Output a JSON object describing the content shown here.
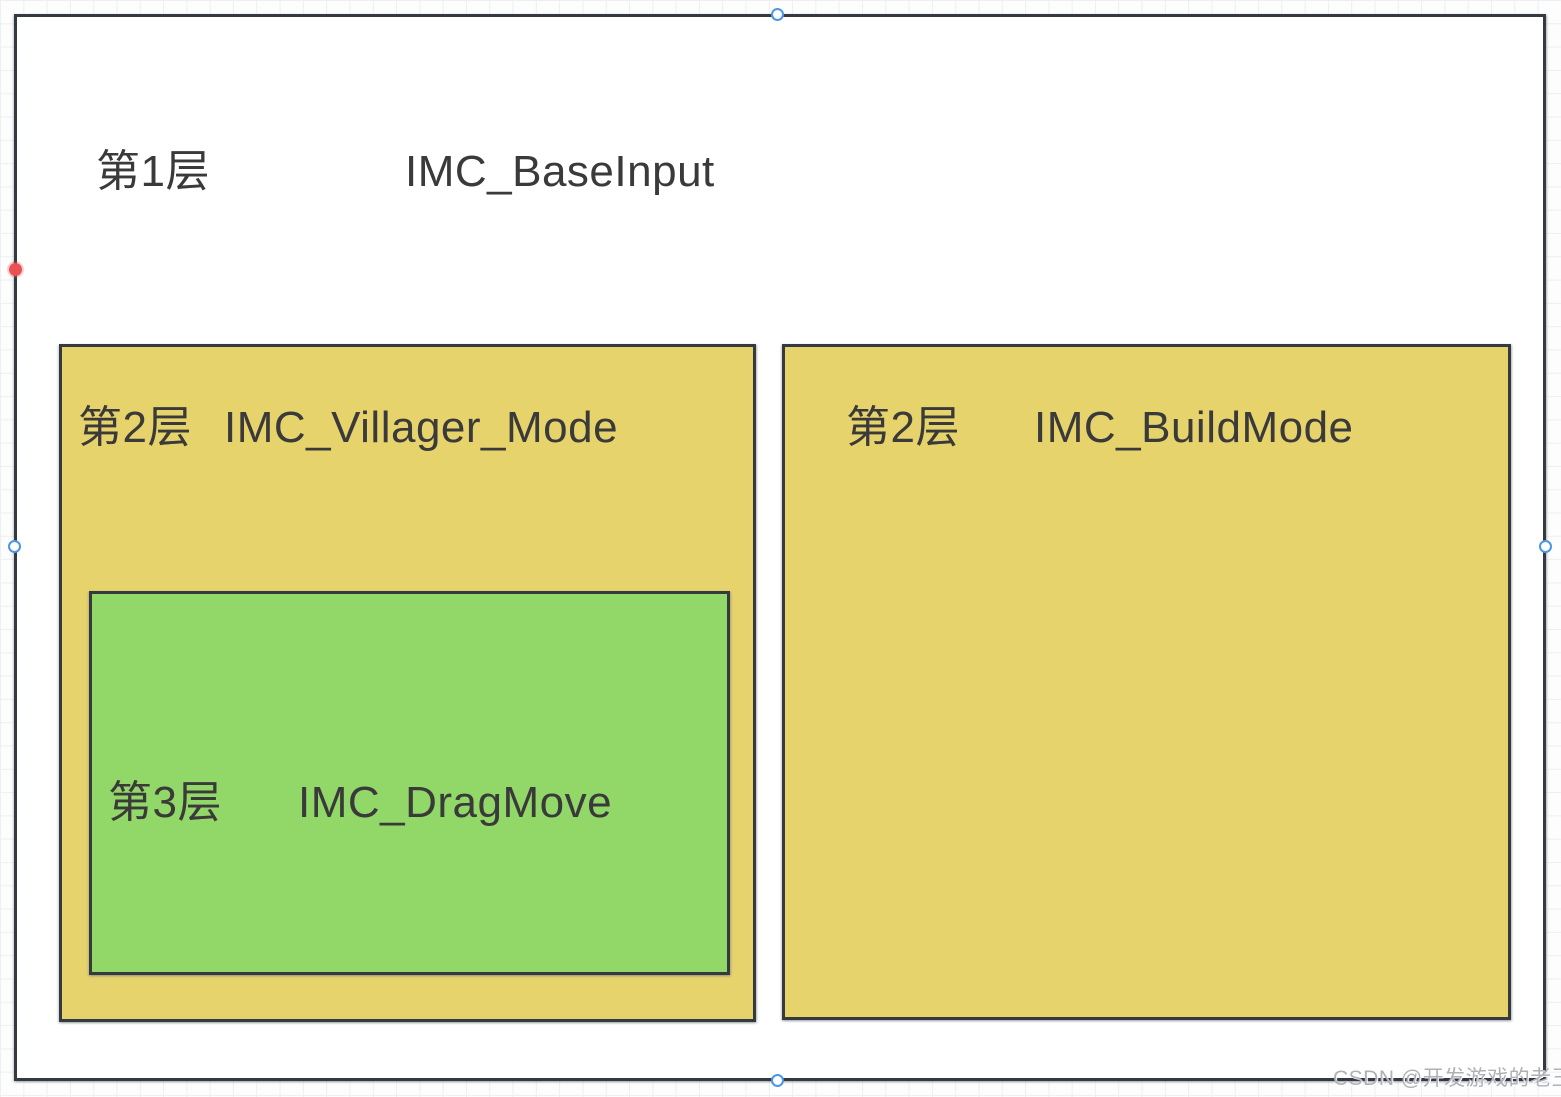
{
  "diagram": {
    "layer1": {
      "level": "第1层",
      "name": "IMC_BaseInput"
    },
    "villager": {
      "level": "第2层",
      "name": "IMC_Villager_Mode"
    },
    "build": {
      "level": "第2层",
      "name": "IMC_BuildMode"
    },
    "drag": {
      "level": "第3层",
      "name": "IMC_DragMove"
    }
  },
  "watermark": "CSDN @开发游戏的老王",
  "colors": {
    "yellow": "#e7d36c",
    "green": "#92d868",
    "border": "#343a40",
    "text": "#3a3a3a",
    "handle_blue": "#4b96e8",
    "anchor_red": "#e85252",
    "grid_line": "#edeff1"
  }
}
